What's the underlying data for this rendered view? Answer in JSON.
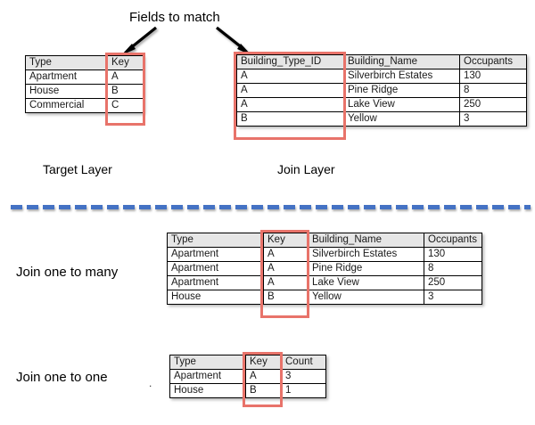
{
  "diagram": {
    "title": "Fields to match",
    "target_layer_label": "Target Layer",
    "join_layer_label": "Join Layer",
    "join_one_to_many_label": "Join one to many",
    "join_one_to_one_label": "Join one to one",
    "stray_dot": ".",
    "colors": {
      "highlight_red": "#e8736a",
      "divider_blue": "#4472c4",
      "header_gray": "#e6e6e6",
      "border_black": "#000000"
    }
  },
  "target_table": {
    "headers": [
      "Type",
      "Key"
    ],
    "rows": [
      [
        "Apartment",
        "A"
      ],
      [
        "House",
        "B"
      ],
      [
        "Commercial",
        "C"
      ]
    ]
  },
  "join_table": {
    "headers": [
      "Building_Type_ID",
      "Building_Name",
      "Occupants"
    ],
    "rows": [
      [
        "A",
        "Silverbirch Estates",
        "130"
      ],
      [
        "A",
        "Pine Ridge",
        "8"
      ],
      [
        "A",
        "Lake View",
        "250"
      ],
      [
        "B",
        "Yellow",
        "3"
      ]
    ]
  },
  "one_to_many_table": {
    "headers": [
      "Type",
      "Key",
      "Building_Name",
      "Occupants"
    ],
    "rows": [
      [
        "Apartment",
        "A",
        "Silverbirch Estates",
        "130"
      ],
      [
        "Apartment",
        "A",
        "Pine Ridge",
        "8"
      ],
      [
        "Apartment",
        "A",
        "Lake View",
        "250"
      ],
      [
        "House",
        "B",
        "Yellow",
        "3"
      ]
    ]
  },
  "one_to_one_table": {
    "headers": [
      "Type",
      "Key",
      "Count"
    ],
    "rows": [
      [
        "Apartment",
        "A",
        "3"
      ],
      [
        "House",
        "B",
        "1"
      ]
    ]
  }
}
